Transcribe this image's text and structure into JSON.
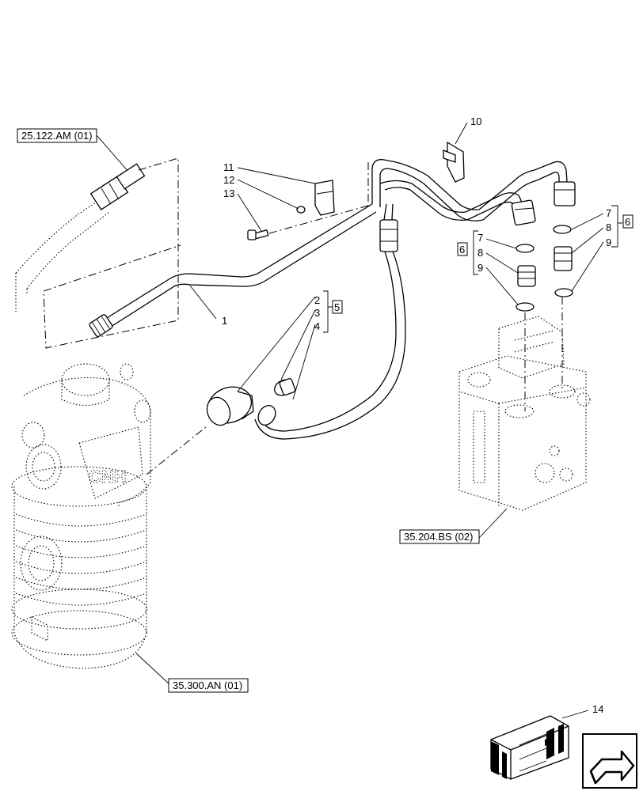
{
  "references": {
    "ref_top_left": "25.122.AM (01)",
    "ref_right": "35.204.BS (02)",
    "ref_bottom_left": "35.300.AN (01)"
  },
  "callouts": {
    "c1": "1",
    "c2": "2",
    "c3": "3",
    "c4": "4",
    "c5": "5",
    "c6_left": "6",
    "c6_right": "6",
    "c7_left": "7",
    "c8_left": "8",
    "c9_left": "9",
    "c7_right": "7",
    "c8_right": "8",
    "c9_right": "9",
    "c10": "10",
    "c11": "11",
    "c12": "12",
    "c13": "13",
    "c14": "14"
  },
  "logo_text": "CNH"
}
